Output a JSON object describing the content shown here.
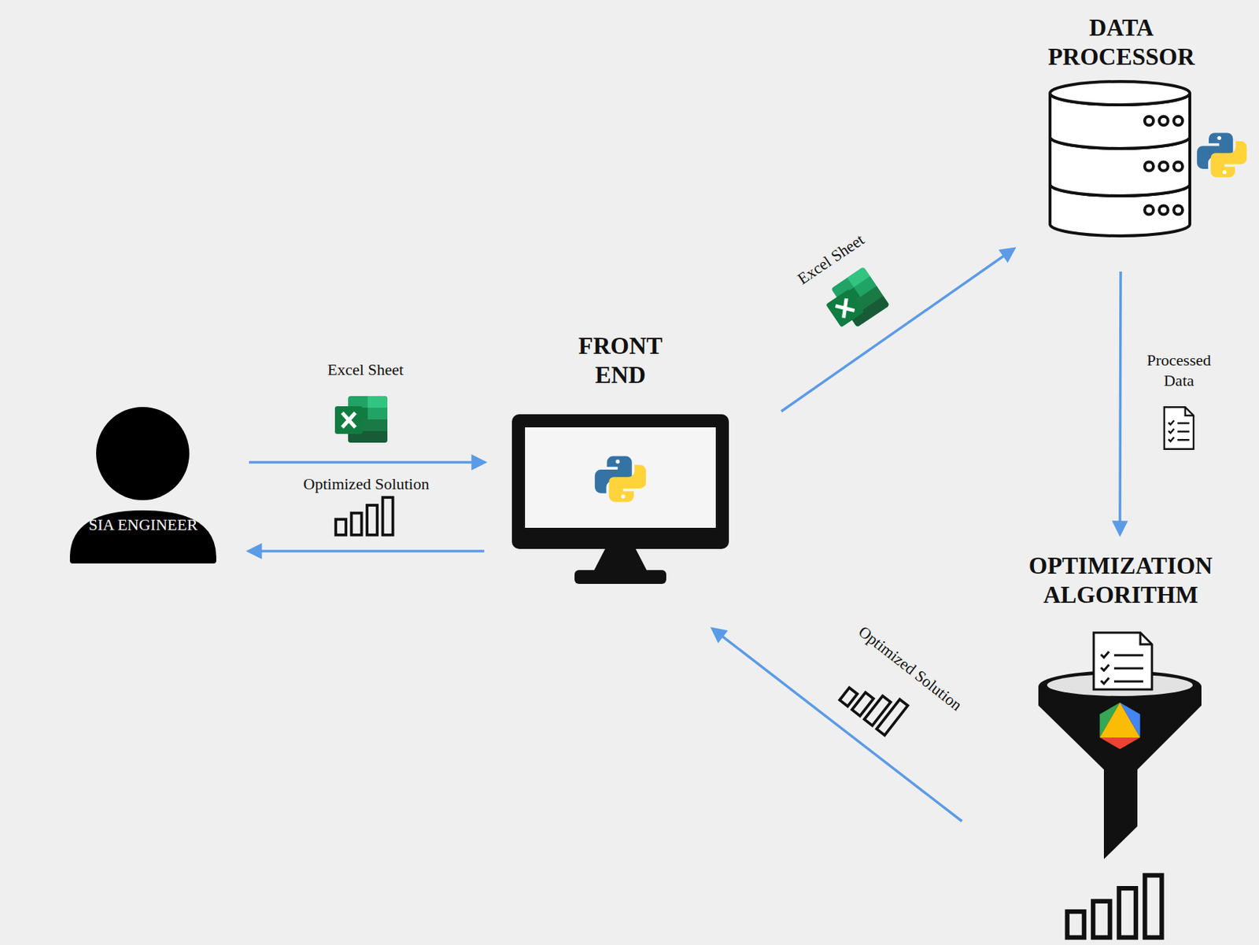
{
  "diagram": {
    "nodes": [
      {
        "text": [
          "SIA ENGINEER"
        ]
      },
      {
        "text": [
          "FRONT END"
        ]
      },
      {
        "text": [
          "DATA PROCESSOR"
        ]
      },
      {
        "text": [
          "OPTIMIZATION ALGORITHM"
        ]
      }
    ],
    "edges": [
      {
        "from": 0,
        "to": 1,
        "label": "Excel Sheet",
        "arrow": "to"
      },
      {
        "from": 1,
        "to": 0,
        "label": "Optimized Solution",
        "arrow": "to"
      },
      {
        "from": 1,
        "to": 2,
        "label": "Excel Sheet",
        "arrow": "to"
      },
      {
        "from": 2,
        "to": 3,
        "label": "Processed Data",
        "arrow": "to"
      },
      {
        "from": 3,
        "to": 1,
        "label": "Optimized Solution",
        "arrow": "to"
      }
    ]
  }
}
